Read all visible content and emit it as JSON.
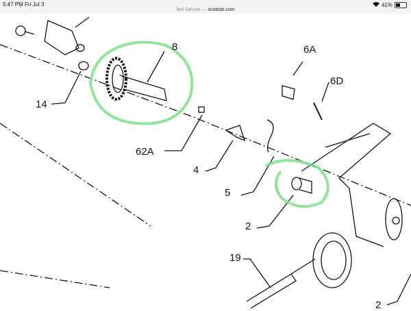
{
  "status_bar": {
    "time": "5:47 PM",
    "date": "Fri Jul 3",
    "battery": "41%",
    "battery_level": 0.41
  },
  "address_bar": {
    "security": "Not Secure",
    "separator": "—",
    "domain": "scottsbt.com"
  },
  "diagram": {
    "labels": [
      "8",
      "14",
      "6A",
      "6D",
      "62A",
      "4",
      "5",
      "2",
      "19",
      "2"
    ],
    "highlight_color": "#7ee08a"
  }
}
